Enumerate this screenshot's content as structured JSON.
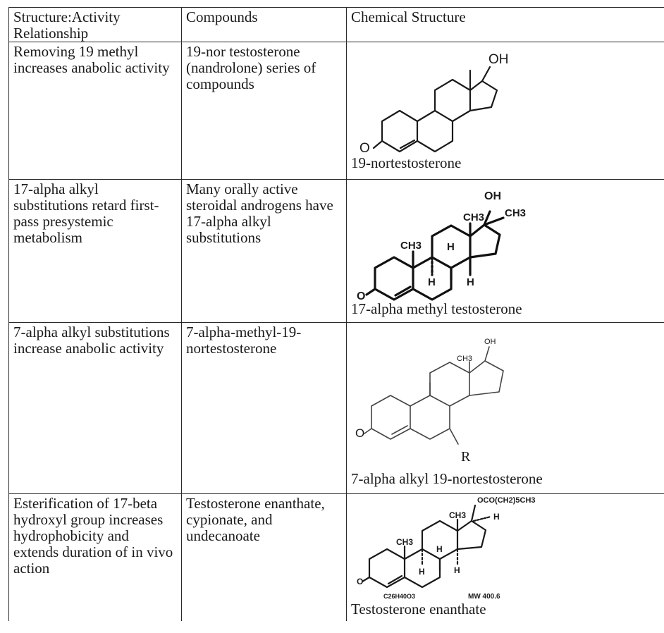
{
  "table": {
    "headers": [
      "Structure:Activity Relationship",
      "Compounds",
      "Chemical Structure"
    ],
    "rows": [
      {
        "relationship": "Removing 19 methyl increases anabolic activity",
        "compounds": "19-nor testosterone (nandrolone) series of compounds",
        "caption": "19-nortestosterone",
        "atoms": {
          "oh": "OH",
          "o": "O"
        }
      },
      {
        "relationship": "17-alpha alkyl substitutions retard first-pass presystemic metabolism",
        "compounds": "Many orally active steroidal androgens have 17-alpha alkyl substitutions",
        "caption": "17-alpha methyl testosterone",
        "atoms": {
          "oh": "OH",
          "ch3": "CH3",
          "h": "H",
          "o": "O"
        }
      },
      {
        "relationship": "7-alpha alkyl substitutions increase anabolic activity",
        "compounds": "7-alpha-methyl-19-nortestosterone",
        "caption": "7-alpha alkyl 19-nortestosterone",
        "atoms": {
          "oh": "OH",
          "ch3": "CH3",
          "r": "R",
          "o": "O"
        }
      },
      {
        "relationship": "Esterification of 17-beta hydroxyl group increases hydrophobicity and extends duration of in vivo action",
        "compounds": "Testosterone enanthate, cypionate, and undecanoate",
        "caption": "Testosterone enanthate",
        "atoms": {
          "ester": "OCO(CH2)5CH3",
          "ch3": "CH3",
          "h": "H",
          "o": "O",
          "formula": "C26H40O3",
          "mw": "MW 400.6"
        }
      }
    ]
  }
}
